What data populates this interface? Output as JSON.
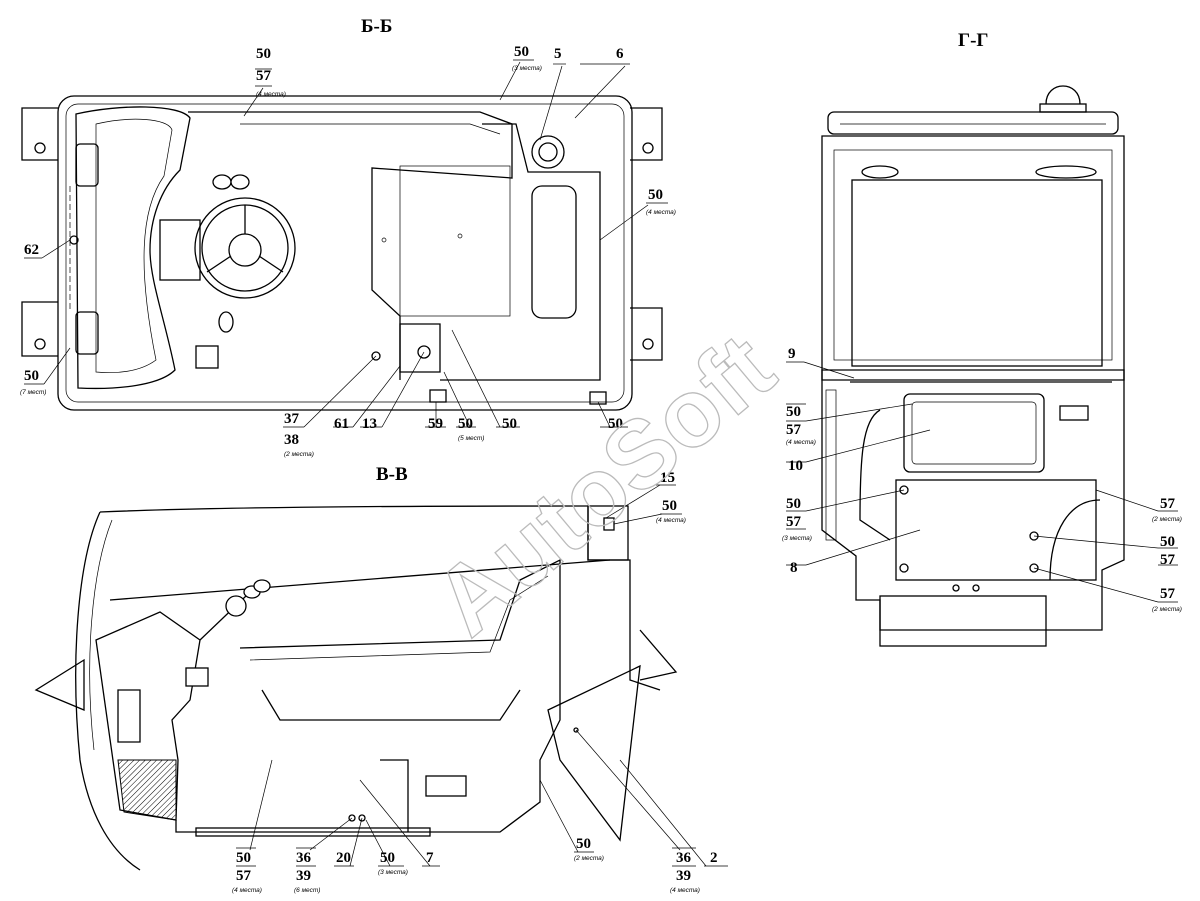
{
  "views": {
    "bb": {
      "title": "Б-Б",
      "labels": {
        "l50a": "50",
        "l57a": "57",
        "n4a": "(4 места)",
        "l50b": "50",
        "n3b": "(3 места)",
        "l5": "5",
        "l6": "6",
        "l50c": "50",
        "n4c": "(4 места)",
        "l62": "62",
        "l50d": "50",
        "n7d": "(7 мест)",
        "l37": "37",
        "l38": "38",
        "n2e": "(2 места)",
        "l61": "61",
        "l13": "13",
        "l59": "59",
        "l50f": "50",
        "n5f": "(5 мест)",
        "l50g": "50",
        "l50h": "50"
      }
    },
    "gg": {
      "title": "Г-Г",
      "labels": {
        "l9": "9",
        "l50a": "50",
        "l57a": "57",
        "n4a": "(4 места)",
        "l10": "10",
        "l50b": "50",
        "l57b": "57",
        "n3b": "(3 места)",
        "l8": "8",
        "l57c": "57",
        "n2c": "(2 места)",
        "l50d": "50",
        "l57d": "57",
        "l57e": "57",
        "n2e": "(2 места)"
      }
    },
    "vv": {
      "title": "В-В",
      "labels": {
        "l15": "15",
        "l50a": "50",
        "n4a": "(4 места)",
        "l50b": "50",
        "l57b": "57",
        "n4b": "(4 места)",
        "l36a": "36",
        "l39a": "39",
        "n6a": "(6 мест)",
        "l20": "20",
        "l50c": "50",
        "n3c": "(3 места)",
        "l7": "7",
        "l50d": "50",
        "n2d": "(2 места)",
        "l36b": "36",
        "l39b": "39",
        "n4bb": "(4 места)",
        "l2": "2"
      }
    }
  },
  "watermark": "AutoSoft"
}
